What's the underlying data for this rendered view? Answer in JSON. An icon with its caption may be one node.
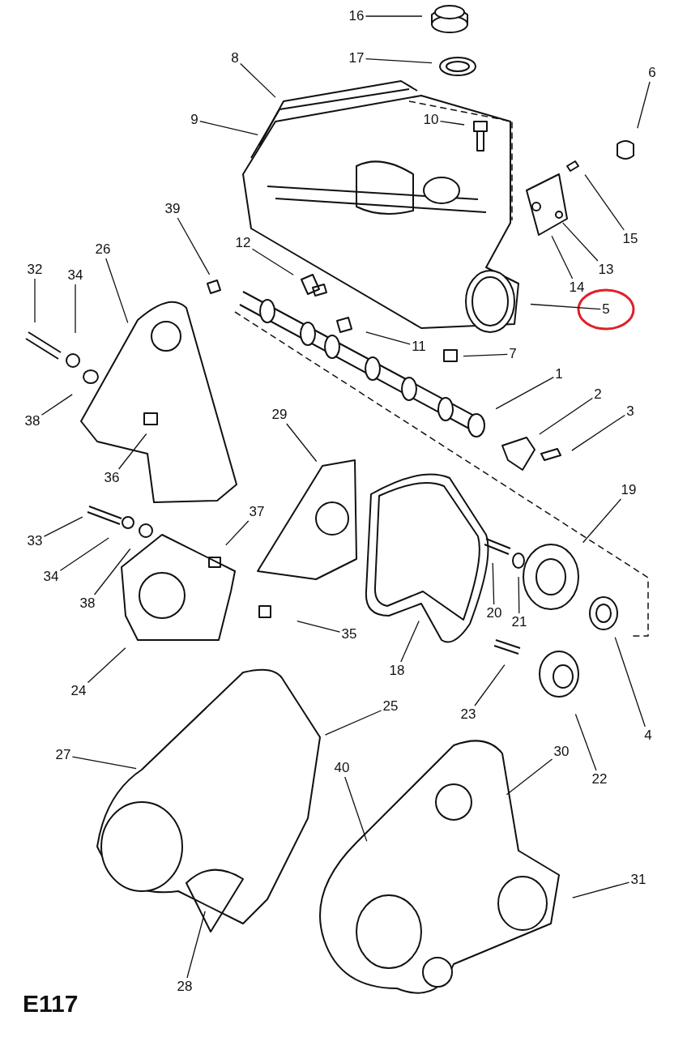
{
  "diagram": {
    "nodes": [
      {
        "text": [
          "16"
        ]
      },
      {
        "text": [
          "17"
        ]
      },
      {
        "text": [
          "8"
        ]
      },
      {
        "text": [
          "6"
        ]
      },
      {
        "text": [
          "9"
        ]
      },
      {
        "text": [
          "10"
        ]
      },
      {
        "text": [
          "39"
        ]
      },
      {
        "text": [
          "15"
        ]
      },
      {
        "text": [
          "12"
        ]
      },
      {
        "text": [
          "32"
        ]
      },
      {
        "text": [
          "26"
        ]
      },
      {
        "text": [
          "13"
        ]
      },
      {
        "text": [
          "34"
        ]
      },
      {
        "text": [
          "14"
        ]
      },
      {
        "text": [
          "5"
        ]
      },
      {
        "text": [
          "11"
        ]
      },
      {
        "text": [
          "7"
        ]
      },
      {
        "text": [
          "1"
        ]
      },
      {
        "text": [
          "2"
        ]
      },
      {
        "text": [
          "3"
        ]
      },
      {
        "text": [
          "38"
        ]
      },
      {
        "text": [
          "29"
        ]
      },
      {
        "text": [
          "36"
        ]
      },
      {
        "text": [
          "19"
        ]
      },
      {
        "text": [
          "37"
        ]
      },
      {
        "text": [
          "33"
        ]
      },
      {
        "text": [
          "34"
        ]
      },
      {
        "text": [
          "38"
        ]
      },
      {
        "text": [
          "20"
        ]
      },
      {
        "text": [
          "21"
        ]
      },
      {
        "text": [
          "35"
        ]
      },
      {
        "text": [
          "18"
        ]
      },
      {
        "text": [
          "24"
        ]
      },
      {
        "text": [
          "25"
        ]
      },
      {
        "text": [
          "23"
        ]
      },
      {
        "text": [
          "4"
        ]
      },
      {
        "text": [
          "27"
        ]
      },
      {
        "text": [
          "30"
        ]
      },
      {
        "text": [
          "40"
        ]
      },
      {
        "text": [
          "22"
        ]
      },
      {
        "text": [
          "31"
        ]
      },
      {
        "text": [
          "28"
        ]
      }
    ],
    "edges": [
      {
        "from": 0,
        "to": null,
        "arrow": "none"
      },
      {
        "from": 1,
        "to": null,
        "arrow": "none"
      },
      {
        "from": 2,
        "to": null,
        "arrow": "none"
      },
      {
        "from": 3,
        "to": null,
        "arrow": "none"
      },
      {
        "from": 4,
        "to": null,
        "arrow": "none"
      },
      {
        "from": 5,
        "to": null,
        "arrow": "none"
      },
      {
        "from": 6,
        "to": null,
        "arrow": "none"
      },
      {
        "from": 7,
        "to": null,
        "arrow": "none"
      },
      {
        "from": 8,
        "to": null,
        "arrow": "none"
      },
      {
        "from": 9,
        "to": null,
        "arrow": "none"
      },
      {
        "from": 10,
        "to": null,
        "arrow": "none"
      },
      {
        "from": 11,
        "to": null,
        "arrow": "none"
      },
      {
        "from": 12,
        "to": null,
        "arrow": "none"
      },
      {
        "from": 13,
        "to": null,
        "arrow": "none"
      },
      {
        "from": 14,
        "to": null,
        "arrow": "none"
      },
      {
        "from": 15,
        "to": null,
        "arrow": "none"
      },
      {
        "from": 16,
        "to": null,
        "arrow": "none"
      },
      {
        "from": 17,
        "to": null,
        "arrow": "none"
      },
      {
        "from": 18,
        "to": null,
        "arrow": "none"
      },
      {
        "from": 19,
        "to": null,
        "arrow": "none"
      },
      {
        "from": 20,
        "to": null,
        "arrow": "none"
      },
      {
        "from": 21,
        "to": null,
        "arrow": "none"
      },
      {
        "from": 22,
        "to": null,
        "arrow": "none"
      },
      {
        "from": 23,
        "to": null,
        "arrow": "none"
      },
      {
        "from": 24,
        "to": null,
        "arrow": "none"
      },
      {
        "from": 25,
        "to": null,
        "arrow": "none"
      },
      {
        "from": 26,
        "to": null,
        "arrow": "none"
      },
      {
        "from": 27,
        "to": null,
        "arrow": "none"
      },
      {
        "from": 28,
        "to": null,
        "arrow": "none"
      },
      {
        "from": 29,
        "to": null,
        "arrow": "none"
      },
      {
        "from": 30,
        "to": null,
        "arrow": "none"
      },
      {
        "from": 31,
        "to": null,
        "arrow": "none"
      },
      {
        "from": 32,
        "to": null,
        "arrow": "none"
      },
      {
        "from": 33,
        "to": null,
        "arrow": "none"
      },
      {
        "from": 34,
        "to": null,
        "arrow": "none"
      },
      {
        "from": 35,
        "to": null,
        "arrow": "none"
      },
      {
        "from": 36,
        "to": null,
        "arrow": "none"
      },
      {
        "from": 37,
        "to": null,
        "arrow": "none"
      },
      {
        "from": 38,
        "to": null,
        "arrow": "none"
      },
      {
        "from": 39,
        "to": null,
        "arrow": "none"
      },
      {
        "from": 40,
        "to": null,
        "arrow": "none"
      },
      {
        "from": 41,
        "to": null,
        "arrow": "none"
      }
    ],
    "labels": [
      "E117"
    ]
  }
}
